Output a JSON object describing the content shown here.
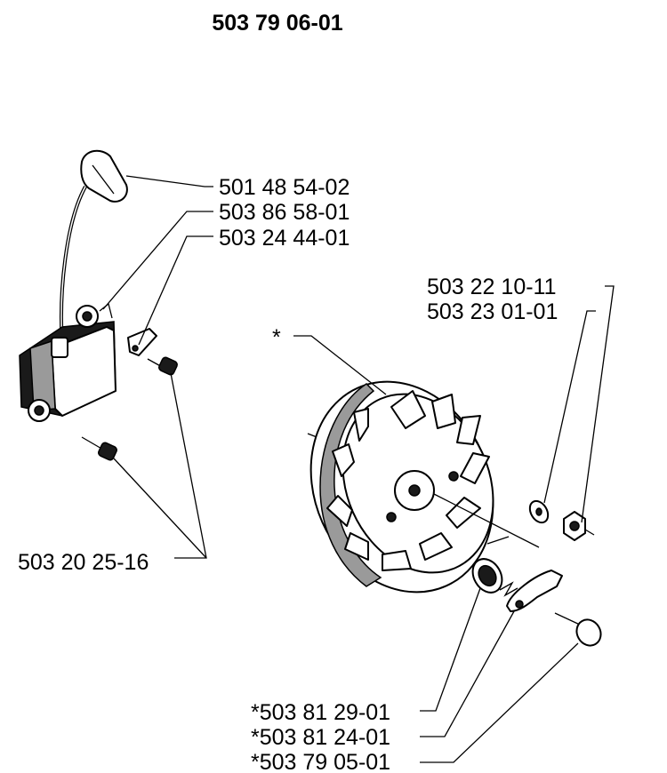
{
  "title": "503 79 06-01",
  "labels": {
    "spark_plug_cap": "501 48 54-02",
    "ignition_module": "503 86 58-01",
    "short_circuit_cable": "503 24 44-01",
    "module_screws": "503 20 25-16",
    "flywheel": "*",
    "washer": "503 22 10-11",
    "nut": "503 23 01-01",
    "pawl_spring_bush": "*503 81 29-01",
    "pawl": "*503 81 24-01",
    "pawl_screw": "*503 79 05-01"
  }
}
